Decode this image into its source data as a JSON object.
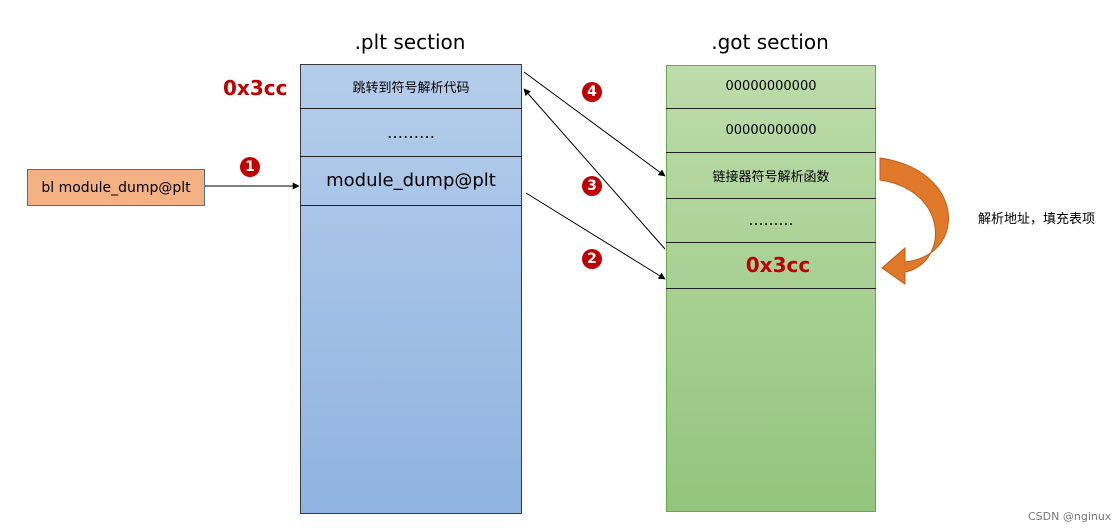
{
  "plt": {
    "title": ".plt section",
    "entries": [
      "跳转到符号解析代码",
      "………",
      "module_dump@plt"
    ],
    "side_label": "0x3cc"
  },
  "got": {
    "title": ".got section",
    "entries": [
      "00000000000",
      "00000000000",
      "链接器符号解析函数",
      "………",
      "0x3cc"
    ]
  },
  "caller": {
    "label": "bl module_dump@plt"
  },
  "steps": [
    "1",
    "2",
    "3",
    "4"
  ],
  "resolve_note": "解析地址，填充表项",
  "watermark": "CSDN @nginux",
  "colors": {
    "plt_fill": "#a4c2e8",
    "got_fill": "#a9d18e",
    "caller_fill": "#f4b183",
    "step_badge": "#c00000",
    "red_text": "#c00000",
    "curved_arrow": "#e07a2a"
  },
  "icons": [
    "curved-arrow-icon"
  ]
}
